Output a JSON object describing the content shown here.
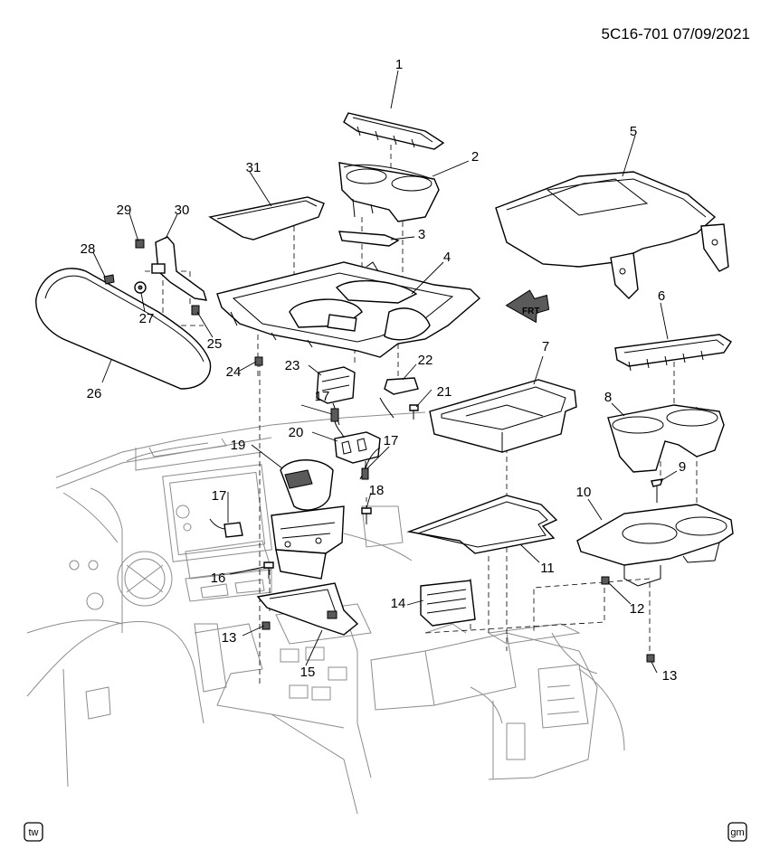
{
  "header": {
    "diagram_code": "5C16-701 07/09/2021"
  },
  "direction_label": "FRT",
  "callouts": [
    "1",
    "2",
    "3",
    "4",
    "5",
    "6",
    "7",
    "8",
    "9",
    "10",
    "11",
    "12",
    "13",
    "14",
    "15",
    "16",
    "17",
    "18",
    "19",
    "20",
    "21",
    "22",
    "23",
    "24",
    "25",
    "26",
    "27",
    "28",
    "29",
    "30",
    "31",
    "17",
    "13",
    "17"
  ],
  "badges": {
    "left": "tw",
    "right": "gm"
  }
}
